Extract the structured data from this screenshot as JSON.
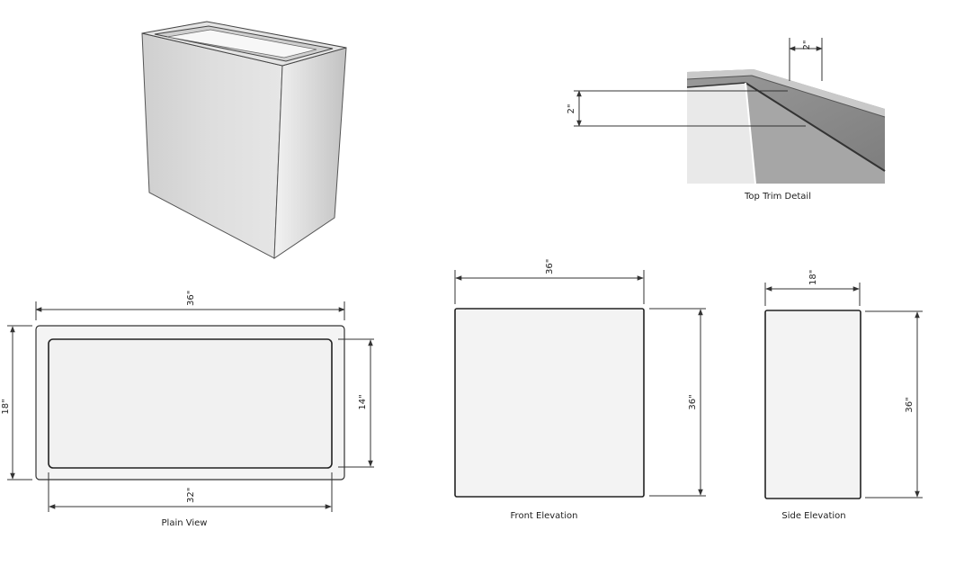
{
  "top_trim_detail": {
    "caption": "Top Trim Detail",
    "trim_width": "2\"",
    "trim_height": "2\""
  },
  "plain_view": {
    "caption": "Plain View",
    "outer_width": "36\"",
    "outer_depth": "18\"",
    "inner_width": "32\"",
    "inner_depth": "14\""
  },
  "front_elevation": {
    "caption": "Front Elevation",
    "width": "36\"",
    "height": "36\""
  },
  "side_elevation": {
    "caption": "Side Elevation",
    "width": "18\"",
    "height": "36\""
  },
  "colors": {
    "face_light": "#d6d6d6",
    "face_side": "#bcbcbc",
    "panel_fill": "#f3f3f3",
    "outline": "#333333"
  }
}
